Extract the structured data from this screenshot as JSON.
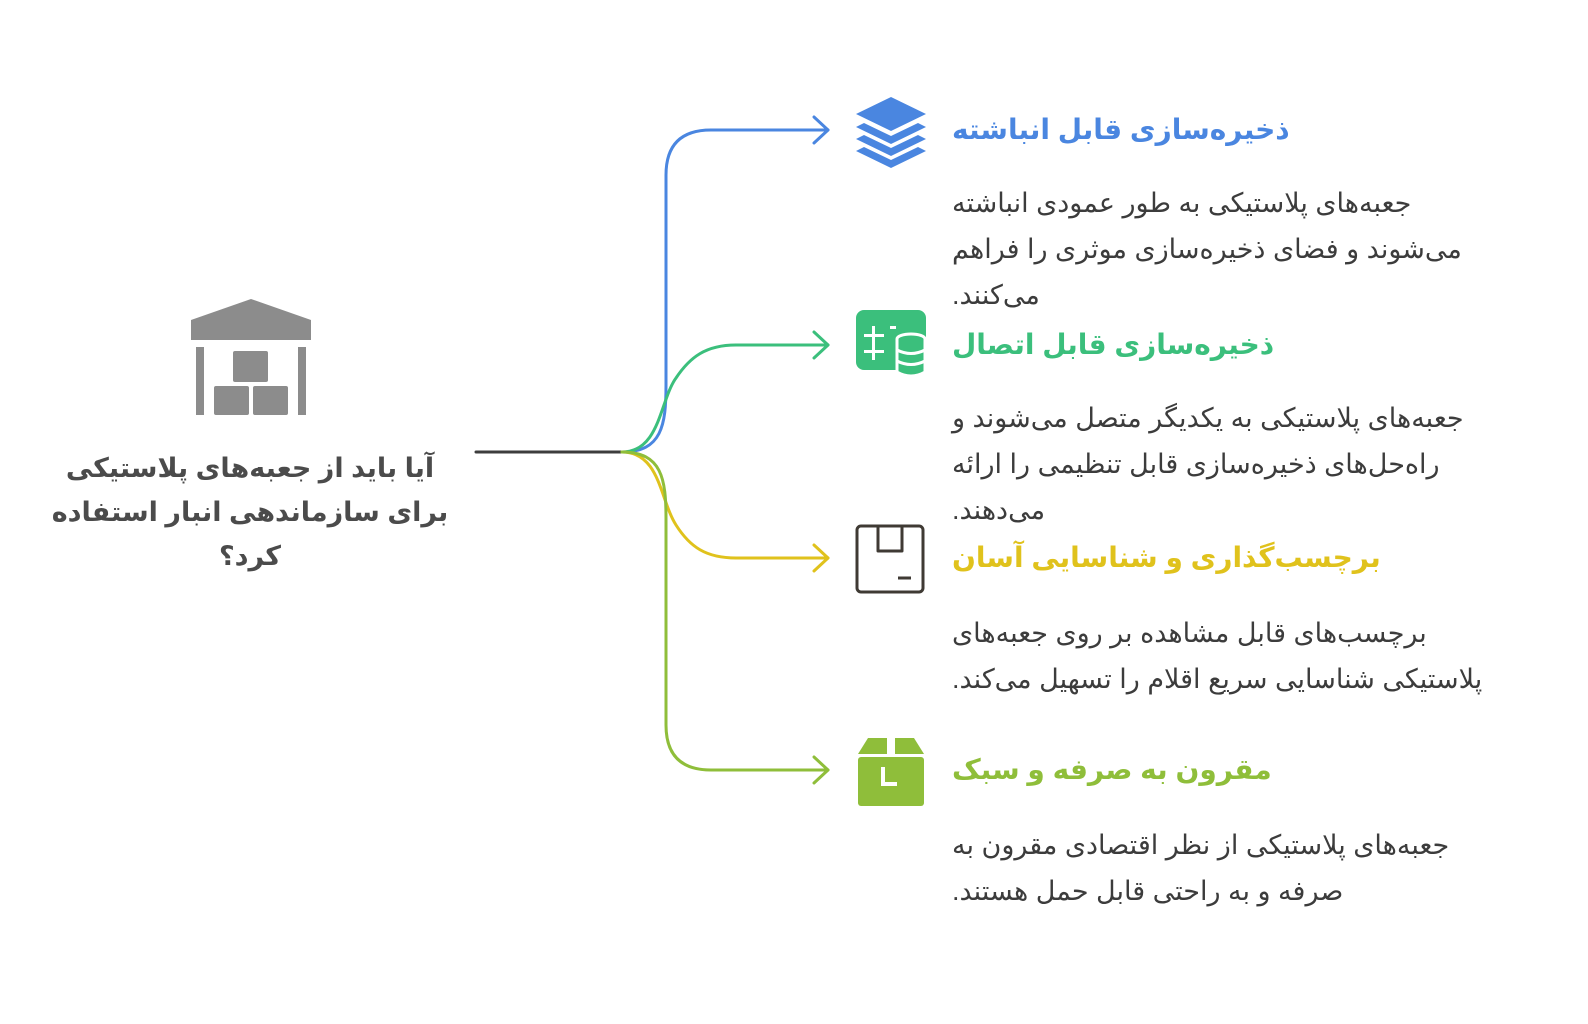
{
  "central": {
    "title": "آیا باید از جعبه‌های پلاستیکی برای سازماندهی انبار استفاده کرد؟",
    "icon": "warehouse-icon",
    "color": "#8c8c8c"
  },
  "branches": [
    {
      "title": "ذخیره‌سازی قابل انباشته",
      "description": "جعبه‌های پلاستیکی به طور عمودی انباشته می‌شوند و فضای ذخیره‌سازی موثری را فراهم می‌کنند.",
      "icon": "stacked-layers-icon",
      "color": "#4a86e0"
    },
    {
      "title": "ذخیره‌سازی قابل اتصال",
      "description": "جعبه‌های پلاستیکی به یکدیگر متصل می‌شوند و راه‌حل‌های ذخیره‌سازی قابل تنظیمی را ارائه می‌دهند.",
      "icon": "connected-storage-icon",
      "color": "#3bbf7c"
    },
    {
      "title": "برچسب‌گذاری و شناسایی آسان",
      "description": "برچسب‌های قابل مشاهده بر روی جعبه‌های پلاستیکی شناسایی سریع اقلام را تسهیل می‌کند.",
      "icon": "labeled-box-icon",
      "color": "#e0c21c"
    },
    {
      "title": "مقرون به صرفه و سبک",
      "description": "جعبه‌های پلاستیکی از نظر اقتصادی مقرون به صرفه و به راحتی قابل حمل هستند.",
      "icon": "package-box-icon",
      "color": "#8fbe3a"
    }
  ]
}
